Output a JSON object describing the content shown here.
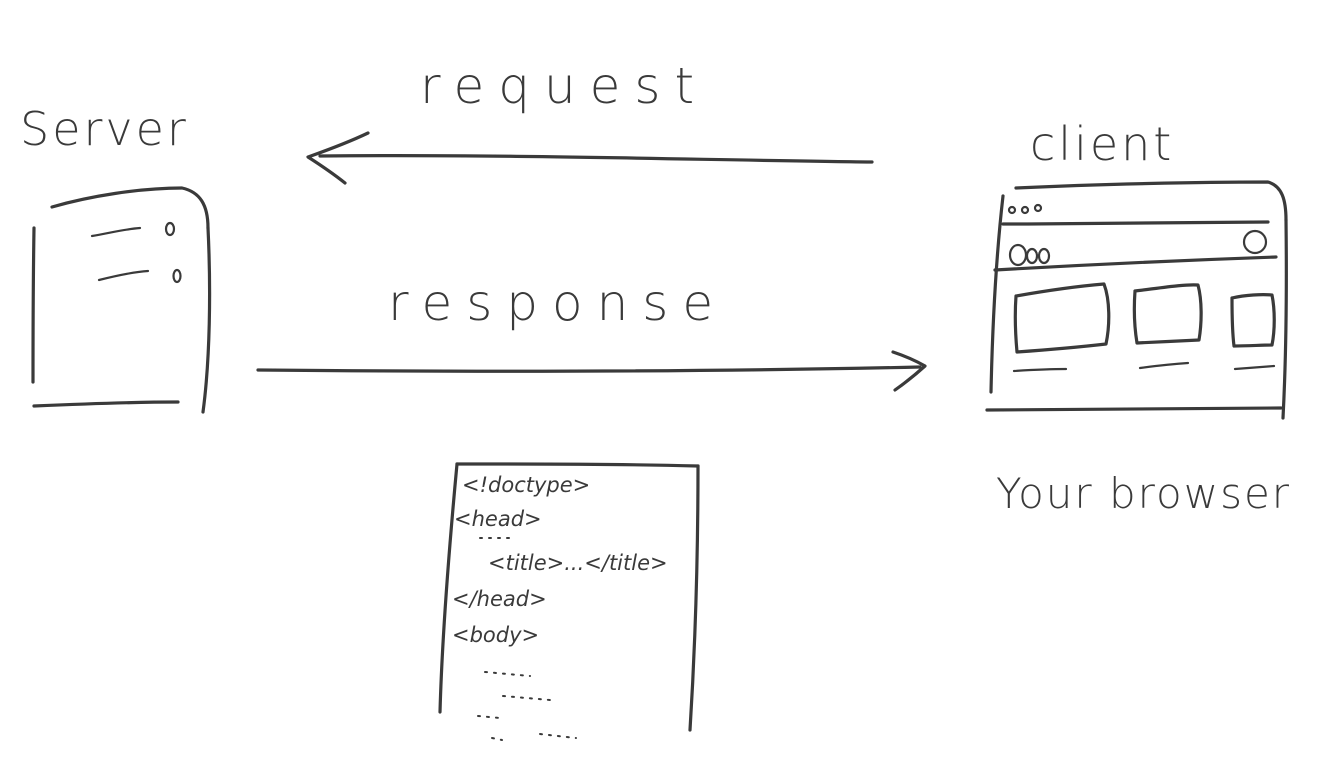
{
  "labels": {
    "server": "Server",
    "client": "client",
    "request": "request",
    "response": "response",
    "browser": "Your browser"
  },
  "document": {
    "lines": [
      "<!doctype>",
      "<head>",
      "<title>...</title>",
      "</head>",
      "<body>"
    ]
  }
}
